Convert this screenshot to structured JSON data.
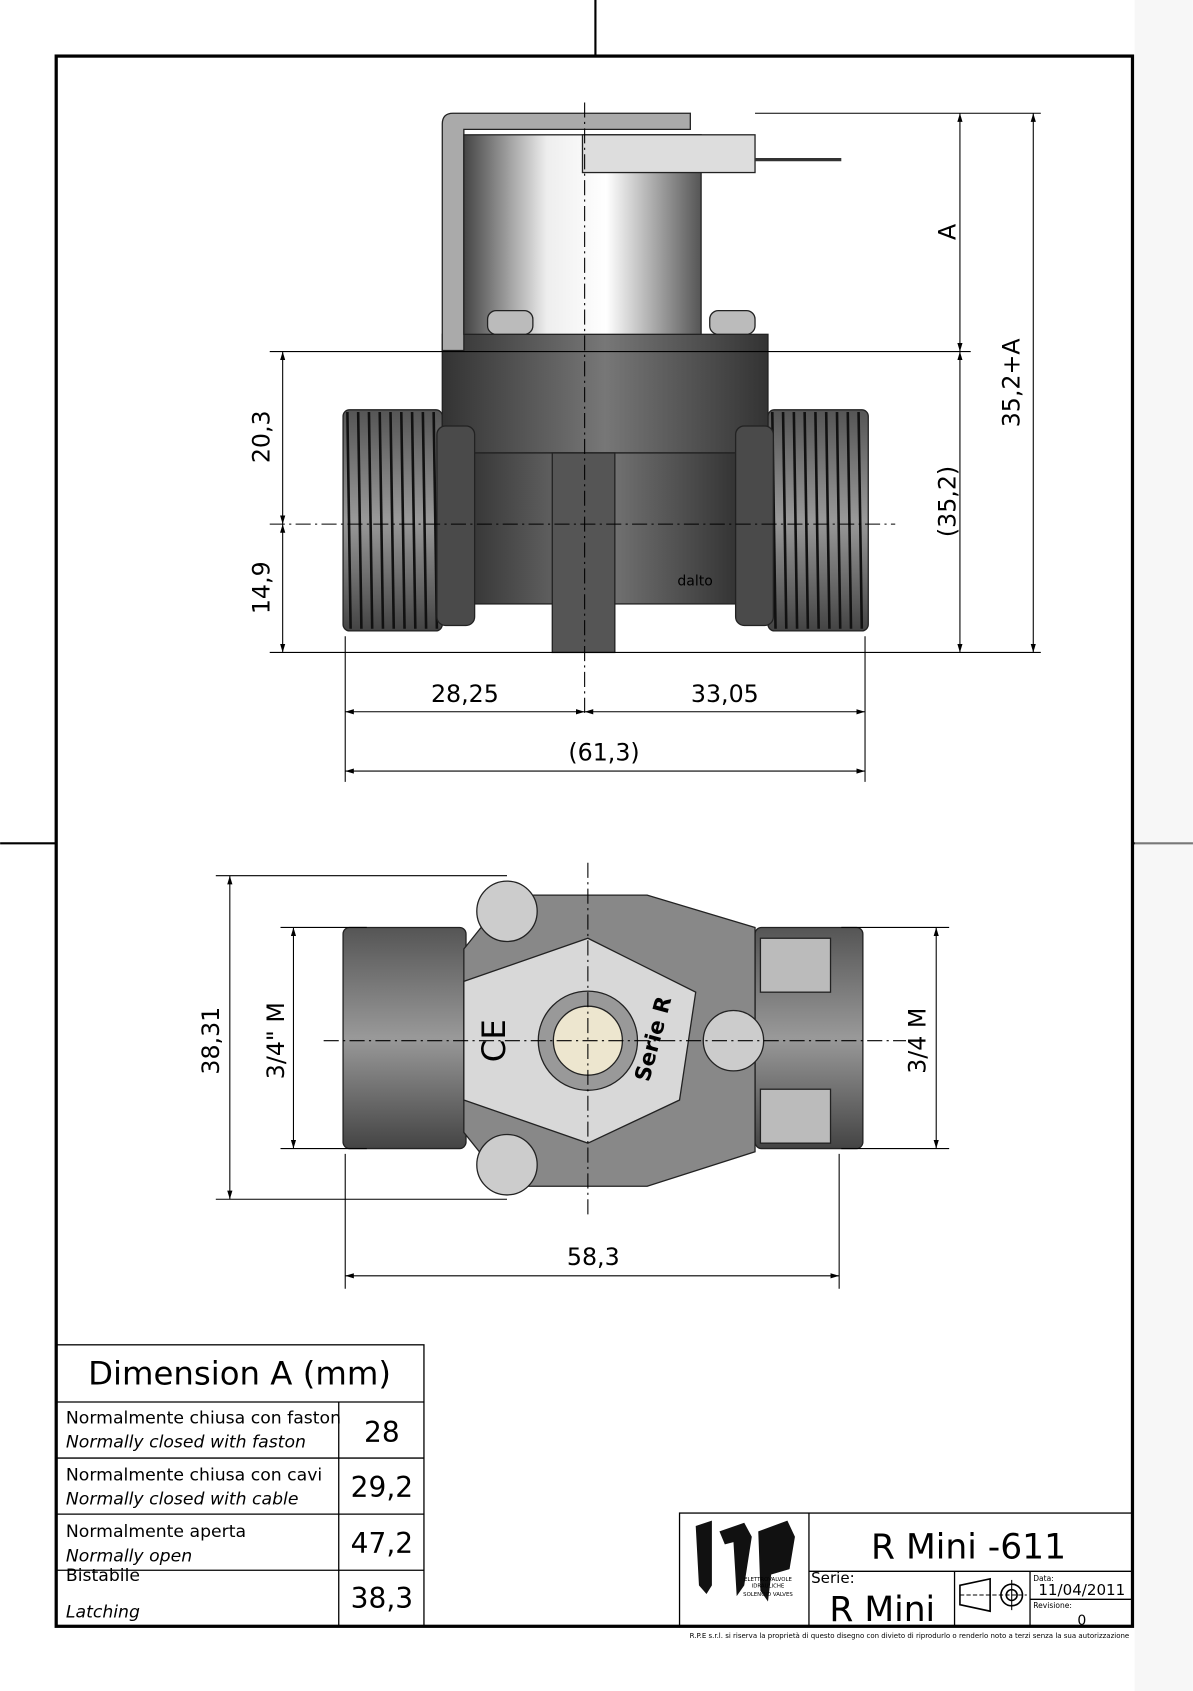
{
  "top_view": {
    "dim_20_3": "20,3",
    "dim_14_9": "14,9",
    "dim_a": "A",
    "dim_35_2_ref": "(35,2)",
    "dim_35_2_a": "35,2+A",
    "dim_28_25": "28,25",
    "dim_33_05": "33,05",
    "dim_61_3": "(61,3)",
    "stamp": "dalto"
  },
  "bottom_view": {
    "dim_38_31": "38,31",
    "dim_thread_left": "3/4\" M",
    "dim_thread_right": "3/4 M",
    "dim_58_3": "58,3",
    "ce_mark": "CE",
    "serie_mark": "Serie R"
  },
  "dimension_table": {
    "title": "Dimension A (mm)",
    "rows": [
      {
        "it": "Normalmente chiusa con faston",
        "en": "Normally closed with faston",
        "value": "28"
      },
      {
        "it": "Normalmente chiusa con cavi",
        "en": "Normally closed with cable",
        "value": "29,2"
      },
      {
        "it": "Normalmente aperta",
        "en": "Normally open",
        "value": "47,2"
      },
      {
        "it": "Bistabile",
        "en": "Latching",
        "value": "38,3"
      }
    ]
  },
  "title_block": {
    "logo": "rpe",
    "logo_sub1": "ELETTROVALVOLE",
    "logo_sub2": "IDRAULICHE",
    "logo_sub3": "SOLENOID VALVES",
    "title": "R Mini -611",
    "serie_label": "Serie:",
    "serie": "R Mini",
    "date_label": "Data:",
    "date": "11/04/2011",
    "revision_label": "Revisione:",
    "revision": "0",
    "copyright": "R.P.E s.r.l. si riserva la proprietà di questo disegno con divieto di riprodurlo o renderlo noto a terzi senza la sua autorizzazione"
  }
}
